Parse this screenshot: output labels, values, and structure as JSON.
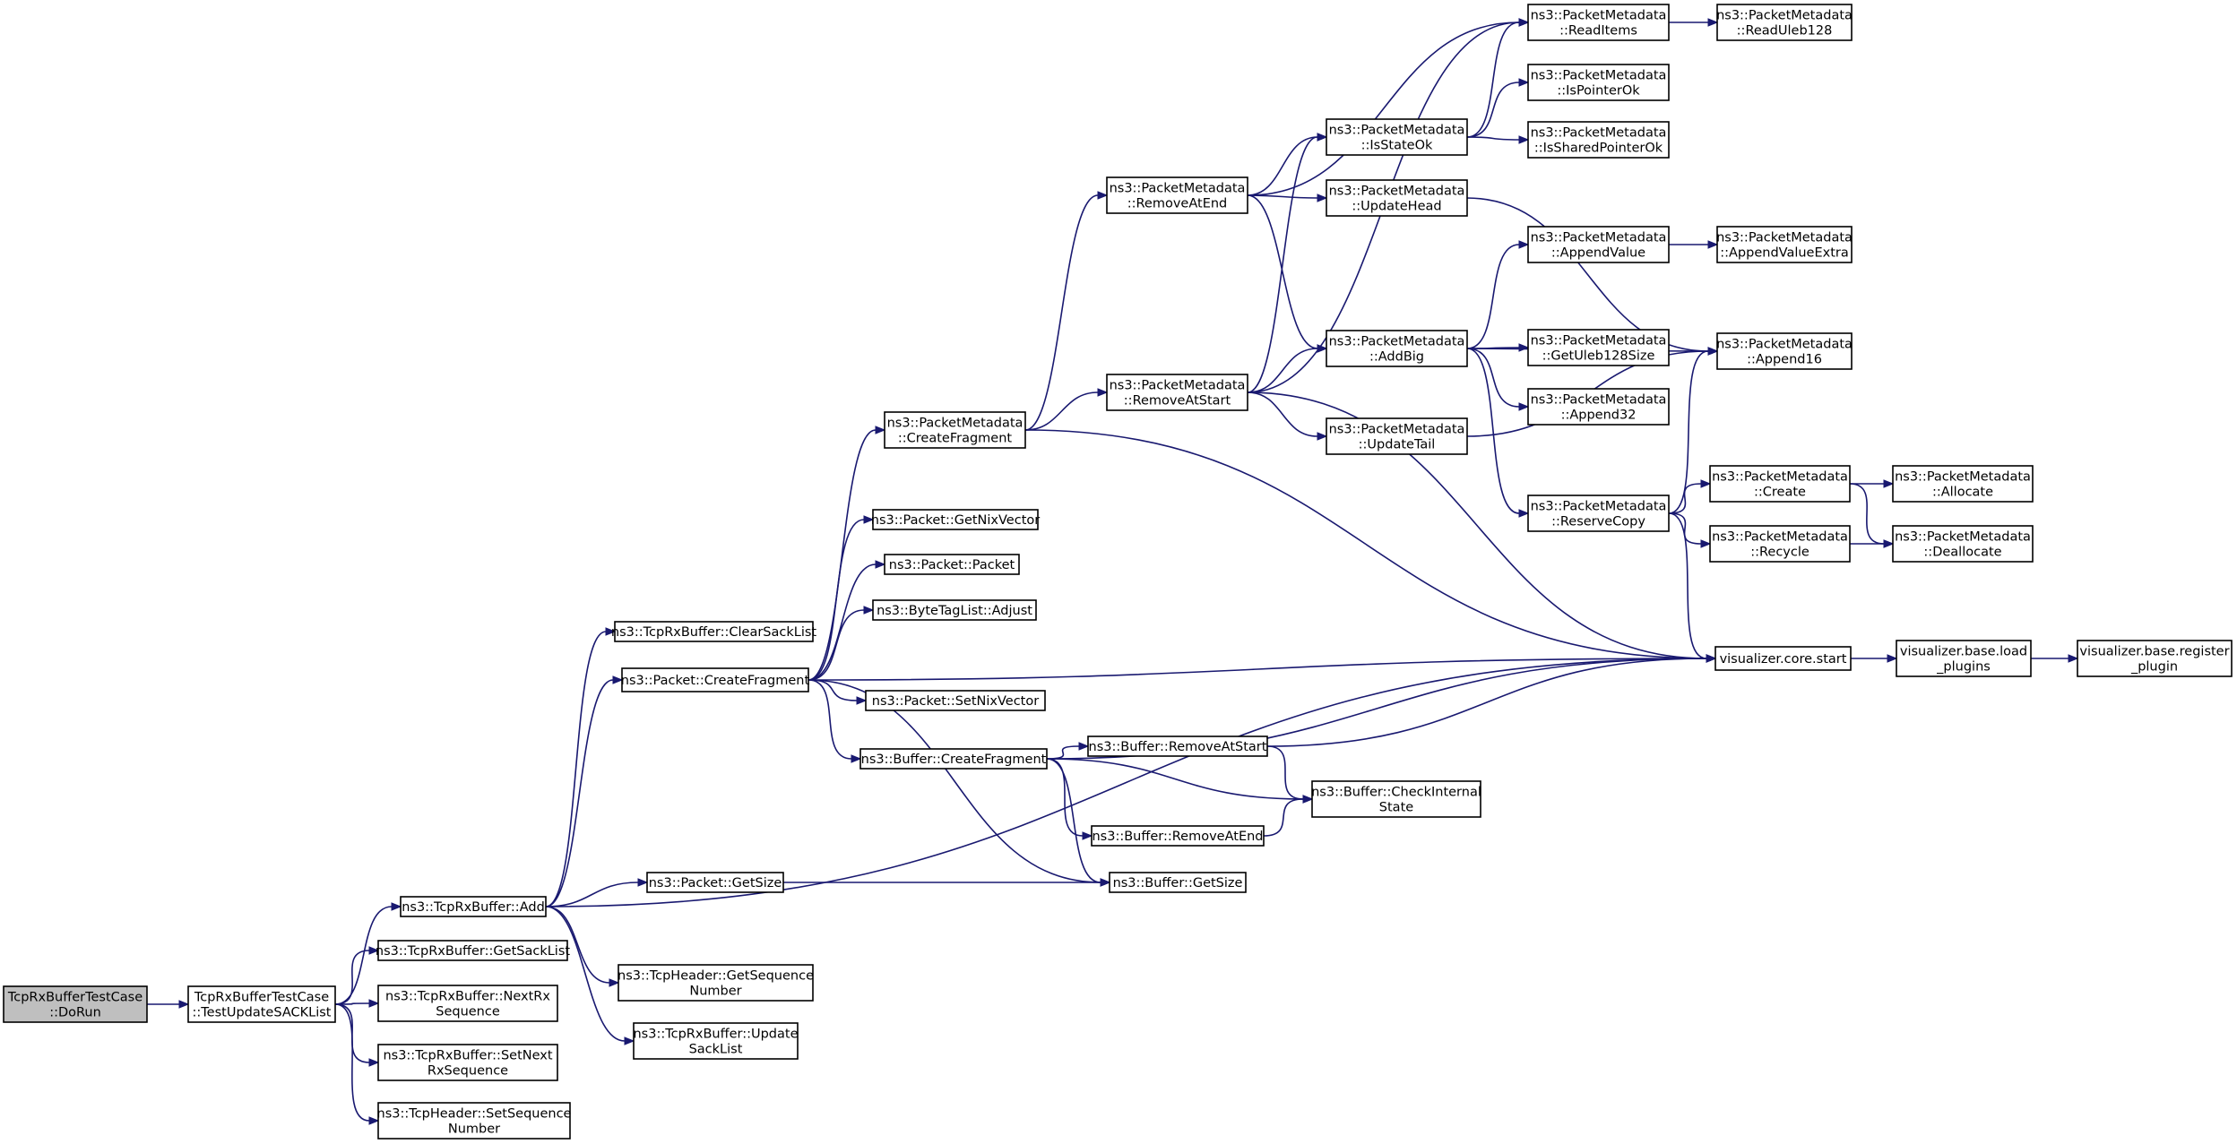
{
  "nodes": [
    {
      "id": "dorun",
      "lines": [
        "TcpRxBufferTestCase",
        "::DoRun"
      ],
      "root": true
    },
    {
      "id": "testupdate",
      "lines": [
        "TcpRxBufferTestCase",
        "::TestUpdateSACKList"
      ]
    },
    {
      "id": "add",
      "lines": [
        "ns3::TcpRxBuffer::Add"
      ]
    },
    {
      "id": "getsacklist",
      "lines": [
        "ns3::TcpRxBuffer::GetSackList"
      ]
    },
    {
      "id": "nextrx",
      "lines": [
        "ns3::TcpRxBuffer::NextRx",
        "Sequence"
      ]
    },
    {
      "id": "setnext",
      "lines": [
        "ns3::TcpRxBuffer::SetNext",
        "RxSequence"
      ]
    },
    {
      "id": "setseq",
      "lines": [
        "ns3::TcpHeader::SetSequence",
        "Number"
      ]
    },
    {
      "id": "clearsack",
      "lines": [
        "ns3::TcpRxBuffer::ClearSackList"
      ]
    },
    {
      "id": "pktcreatefrag",
      "lines": [
        "ns3::Packet::CreateFragment"
      ]
    },
    {
      "id": "pktgetsize",
      "lines": [
        "ns3::Packet::GetSize"
      ]
    },
    {
      "id": "getseq",
      "lines": [
        "ns3::TcpHeader::GetSequence",
        "Number"
      ]
    },
    {
      "id": "updatesack",
      "lines": [
        "ns3::TcpRxBuffer::Update",
        "SackList"
      ]
    },
    {
      "id": "pmcreatefrag",
      "lines": [
        "ns3::PacketMetadata",
        "::CreateFragment"
      ]
    },
    {
      "id": "getnix",
      "lines": [
        "ns3::Packet::GetNixVector"
      ]
    },
    {
      "id": "packet",
      "lines": [
        "ns3::Packet::Packet"
      ]
    },
    {
      "id": "adjust",
      "lines": [
        "ns3::ByteTagList::Adjust"
      ]
    },
    {
      "id": "setnix",
      "lines": [
        "ns3::Packet::SetNixVector"
      ]
    },
    {
      "id": "bufcreatefrag",
      "lines": [
        "ns3::Buffer::CreateFragment"
      ]
    },
    {
      "id": "removeatend",
      "lines": [
        "ns3::PacketMetadata",
        "::RemoveAtEnd"
      ]
    },
    {
      "id": "removeatstart",
      "lines": [
        "ns3::PacketMetadata",
        "::RemoveAtStart"
      ]
    },
    {
      "id": "bufremovestart",
      "lines": [
        "ns3::Buffer::RemoveAtStart"
      ]
    },
    {
      "id": "bufremoveend",
      "lines": [
        "ns3::Buffer::RemoveAtEnd"
      ]
    },
    {
      "id": "bufgetsize",
      "lines": [
        "ns3::Buffer::GetSize"
      ]
    },
    {
      "id": "isstateok",
      "lines": [
        "ns3::PacketMetadata",
        "::IsStateOk"
      ]
    },
    {
      "id": "updatehead",
      "lines": [
        "ns3::PacketMetadata",
        "::UpdateHead"
      ]
    },
    {
      "id": "addbig",
      "lines": [
        "ns3::PacketMetadata",
        "::AddBig"
      ]
    },
    {
      "id": "updatetail",
      "lines": [
        "ns3::PacketMetadata",
        "::UpdateTail"
      ]
    },
    {
      "id": "checkinternal",
      "lines": [
        "ns3::Buffer::CheckInternal",
        "State"
      ]
    },
    {
      "id": "readitems",
      "lines": [
        "ns3::PacketMetadata",
        "::ReadItems"
      ]
    },
    {
      "id": "ispointerok",
      "lines": [
        "ns3::PacketMetadata",
        "::IsPointerOk"
      ]
    },
    {
      "id": "issharedok",
      "lines": [
        "ns3::PacketMetadata",
        "::IsSharedPointerOk"
      ]
    },
    {
      "id": "appendvalue",
      "lines": [
        "ns3::PacketMetadata",
        "::AppendValue"
      ]
    },
    {
      "id": "getuleb",
      "lines": [
        "ns3::PacketMetadata",
        "::GetUleb128Size"
      ]
    },
    {
      "id": "append32",
      "lines": [
        "ns3::PacketMetadata",
        "::Append32"
      ]
    },
    {
      "id": "reservecopy",
      "lines": [
        "ns3::PacketMetadata",
        "::ReserveCopy"
      ]
    },
    {
      "id": "vcorestart",
      "lines": [
        "visualizer.core.start"
      ]
    },
    {
      "id": "readuleb",
      "lines": [
        "ns3::PacketMetadata",
        "::ReadUleb128"
      ]
    },
    {
      "id": "appendvalueextra",
      "lines": [
        "ns3::PacketMetadata",
        "::AppendValueExtra"
      ]
    },
    {
      "id": "append16",
      "lines": [
        "ns3::PacketMetadata",
        "::Append16"
      ]
    },
    {
      "id": "pmcreate",
      "lines": [
        "ns3::PacketMetadata",
        "::Create"
      ]
    },
    {
      "id": "recycle",
      "lines": [
        "ns3::PacketMetadata",
        "::Recycle"
      ]
    },
    {
      "id": "loadplugins",
      "lines": [
        "visualizer.base.load",
        "_plugins"
      ]
    },
    {
      "id": "allocate",
      "lines": [
        "ns3::PacketMetadata",
        "::Allocate"
      ]
    },
    {
      "id": "deallocate",
      "lines": [
        "ns3::PacketMetadata",
        "::Deallocate"
      ]
    },
    {
      "id": "registerplugin",
      "lines": [
        "visualizer.base.register",
        "_plugin"
      ]
    }
  ],
  "edges": [
    [
      "dorun",
      "testupdate"
    ],
    [
      "testupdate",
      "add"
    ],
    [
      "testupdate",
      "getsacklist"
    ],
    [
      "testupdate",
      "nextrx"
    ],
    [
      "testupdate",
      "setnext"
    ],
    [
      "testupdate",
      "setseq"
    ],
    [
      "add",
      "clearsack"
    ],
    [
      "add",
      "pktcreatefrag"
    ],
    [
      "add",
      "pktgetsize"
    ],
    [
      "add",
      "getseq"
    ],
    [
      "add",
      "updatesack"
    ],
    [
      "add",
      "vcorestart"
    ],
    [
      "pktcreatefrag",
      "pmcreatefrag"
    ],
    [
      "pktcreatefrag",
      "getnix"
    ],
    [
      "pktcreatefrag",
      "packet"
    ],
    [
      "pktcreatefrag",
      "adjust"
    ],
    [
      "pktcreatefrag",
      "setnix"
    ],
    [
      "pktcreatefrag",
      "bufcreatefrag"
    ],
    [
      "pktcreatefrag",
      "bufgetsize"
    ],
    [
      "pktcreatefrag",
      "vcorestart"
    ],
    [
      "pktgetsize",
      "bufgetsize"
    ],
    [
      "pmcreatefrag",
      "removeatend"
    ],
    [
      "pmcreatefrag",
      "removeatstart"
    ],
    [
      "pmcreatefrag",
      "vcorestart"
    ],
    [
      "bufcreatefrag",
      "bufremovestart"
    ],
    [
      "bufcreatefrag",
      "checkinternal"
    ],
    [
      "bufcreatefrag",
      "bufremoveend"
    ],
    [
      "bufcreatefrag",
      "bufgetsize"
    ],
    [
      "bufcreatefrag",
      "vcorestart"
    ],
    [
      "bufremovestart",
      "checkinternal"
    ],
    [
      "bufremovestart",
      "vcorestart"
    ],
    [
      "bufremoveend",
      "checkinternal"
    ],
    [
      "removeatend",
      "readitems"
    ],
    [
      "removeatend",
      "isstateok"
    ],
    [
      "removeatend",
      "updatehead"
    ],
    [
      "removeatend",
      "addbig"
    ],
    [
      "removeatstart",
      "readitems"
    ],
    [
      "removeatstart",
      "isstateok"
    ],
    [
      "removeatstart",
      "addbig"
    ],
    [
      "removeatstart",
      "updatetail"
    ],
    [
      "removeatstart",
      "vcorestart"
    ],
    [
      "isstateok",
      "readitems"
    ],
    [
      "isstateok",
      "ispointerok"
    ],
    [
      "isstateok",
      "issharedok"
    ],
    [
      "updatehead",
      "append16"
    ],
    [
      "updatetail",
      "append16"
    ],
    [
      "addbig",
      "appendvalue"
    ],
    [
      "addbig",
      "append16"
    ],
    [
      "addbig",
      "getuleb"
    ],
    [
      "addbig",
      "append32"
    ],
    [
      "addbig",
      "reservecopy"
    ],
    [
      "readitems",
      "readuleb"
    ],
    [
      "appendvalue",
      "appendvalueextra"
    ],
    [
      "reservecopy",
      "append16"
    ],
    [
      "reservecopy",
      "pmcreate"
    ],
    [
      "reservecopy",
      "recycle"
    ],
    [
      "reservecopy",
      "vcorestart"
    ],
    [
      "pmcreate",
      "allocate"
    ],
    [
      "pmcreate",
      "deallocate"
    ],
    [
      "recycle",
      "deallocate"
    ],
    [
      "vcorestart",
      "loadplugins"
    ],
    [
      "loadplugins",
      "registerplugin"
    ]
  ]
}
